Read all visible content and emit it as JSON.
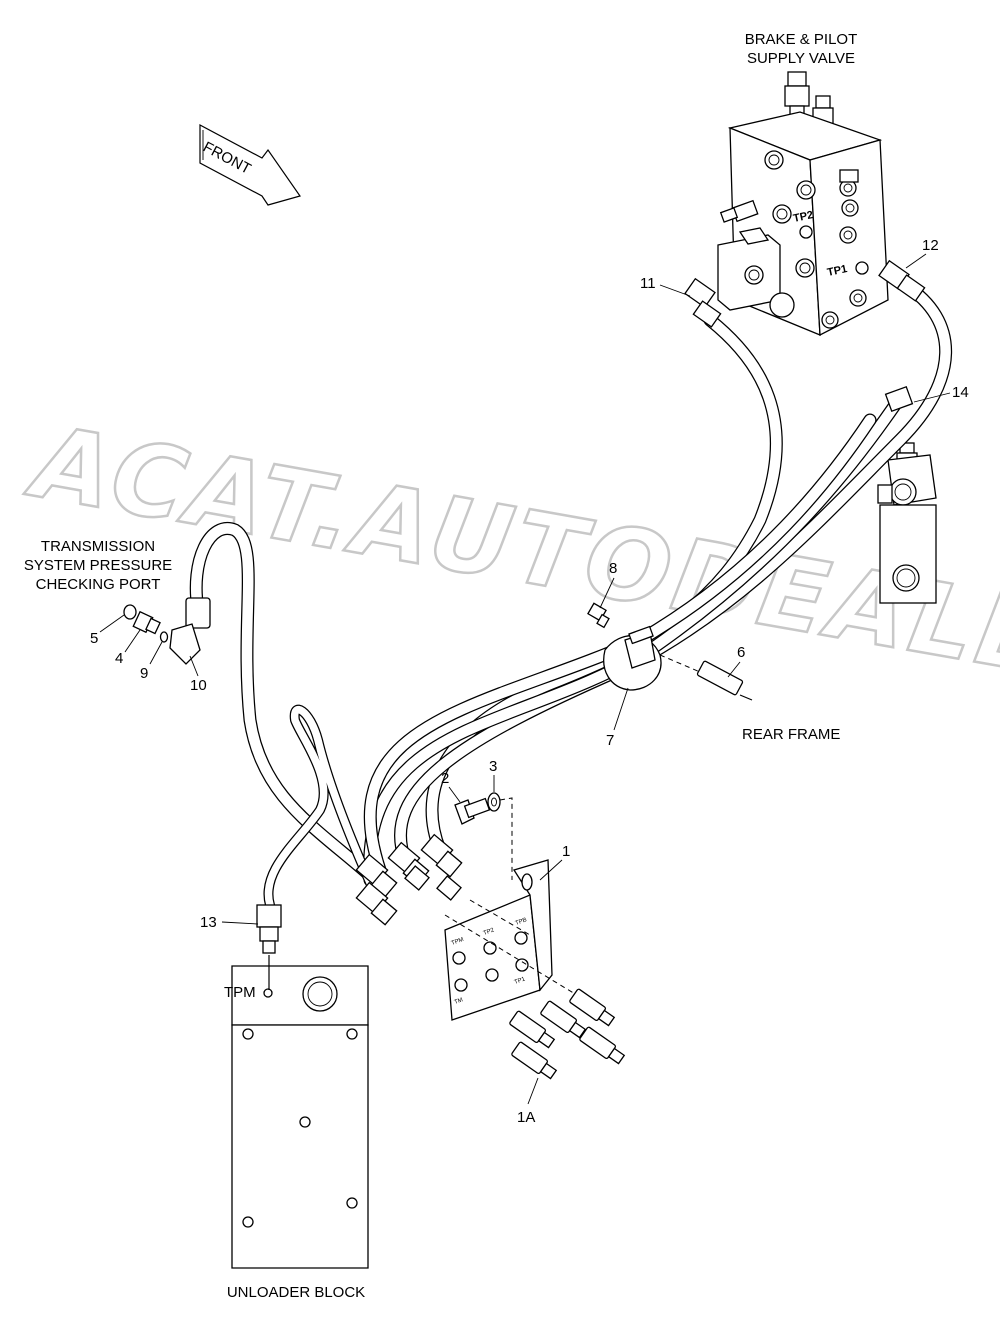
{
  "labels": {
    "brake_valve_line1": "BRAKE & PILOT",
    "brake_valve_line2": "SUPPLY VALVE",
    "front": "FRONT",
    "transmission_line1": "TRANSMISSION",
    "transmission_line2": "SYSTEM PRESSURE",
    "transmission_line3": "CHECKING PORT",
    "rear_frame": "REAR FRAME",
    "tpm": "TPM",
    "unloader_block": "UNLOADER BLOCK"
  },
  "callouts": {
    "c1": "1",
    "c1a": "1A",
    "c2": "2",
    "c3": "3",
    "c4": "4",
    "c5": "5",
    "c6": "6",
    "c7": "7",
    "c8": "8",
    "c9": "9",
    "c10": "10",
    "c11": "11",
    "c12": "12",
    "c13": "13",
    "c14": "14"
  },
  "valve_ports": {
    "tp2": "TP2",
    "tp1": "TP1"
  },
  "bracket_ports": {
    "tpm": "TPM",
    "tp2": "TP2",
    "tpb": "TPB",
    "tm": "TM",
    "tp1": "TP1"
  },
  "watermark": {
    "line1": "ACAT.AUTODEALER.RU"
  }
}
